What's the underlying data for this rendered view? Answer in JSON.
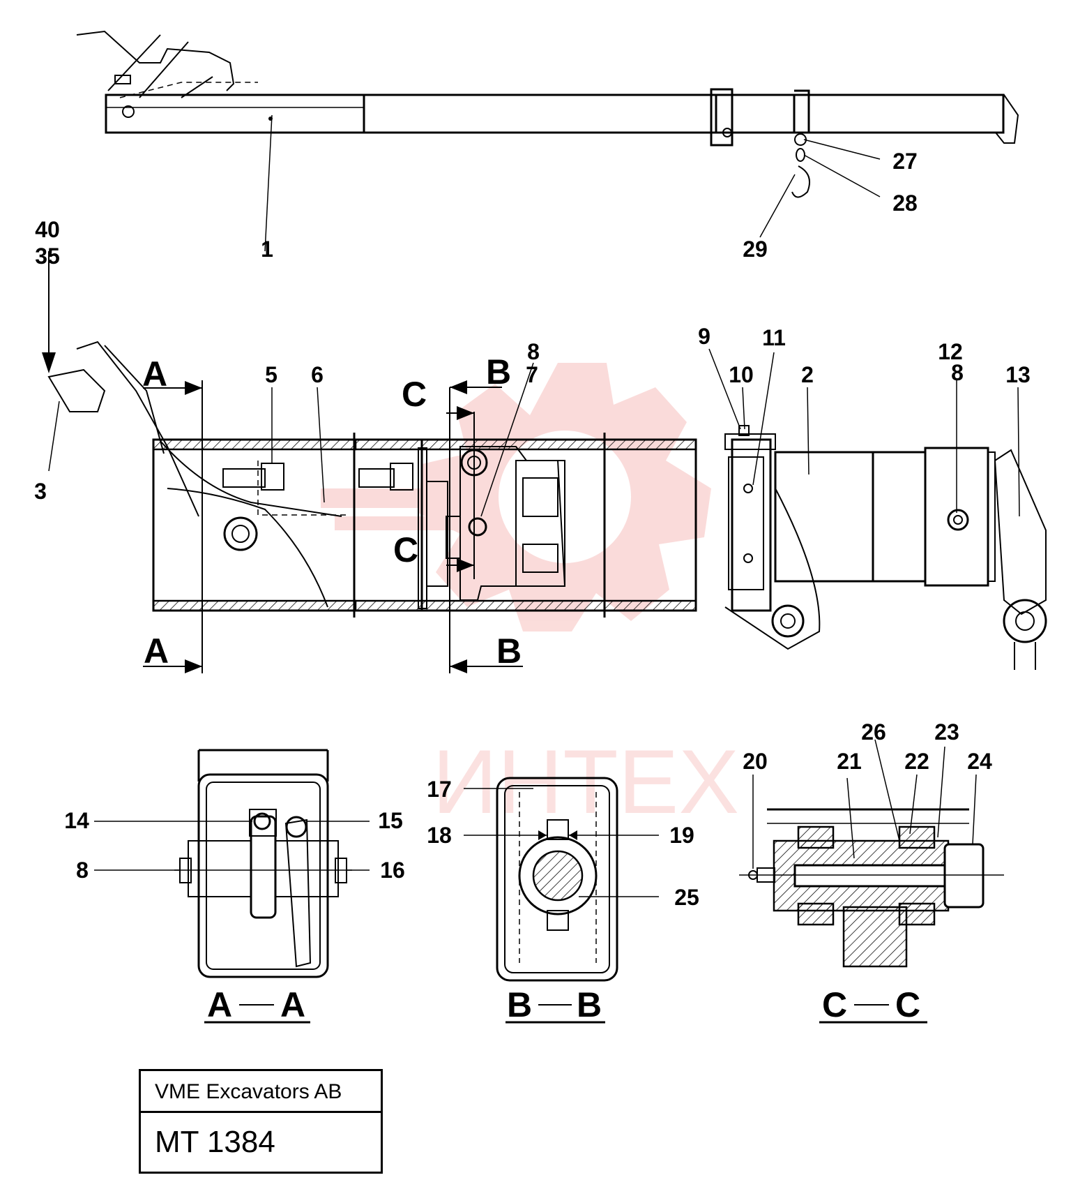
{
  "part_labels": {
    "p1": "1",
    "p2": "2",
    "p3": "3",
    "p5": "5",
    "p6": "6",
    "p7": "7",
    "p8a": "8",
    "p8b": "8",
    "p8c": "8",
    "p9": "9",
    "p10": "10",
    "p11": "11",
    "p12": "12",
    "p13": "13",
    "p14": "14",
    "p15": "15",
    "p16": "16",
    "p17": "17",
    "p18": "18",
    "p19": "19",
    "p20": "20",
    "p21": "21",
    "p22": "22",
    "p23": "23",
    "p24": "24",
    "p25": "25",
    "p26": "26",
    "p27": "27",
    "p28": "28",
    "p29": "29",
    "p35": "35",
    "p40": "40"
  },
  "section_markers": {
    "a": "A",
    "b": "B",
    "c": "C"
  },
  "section_titles": {
    "aa_left": "A",
    "aa_right": "A",
    "bb_left": "B",
    "bb_right": "B",
    "cc_left": "C",
    "cc_right": "C"
  },
  "watermark": {
    "text": "ИНТЕХ",
    "color": "#e8403a"
  },
  "title_block": {
    "company": "VME Excavators AB",
    "drawing_number": "MT 1384"
  }
}
